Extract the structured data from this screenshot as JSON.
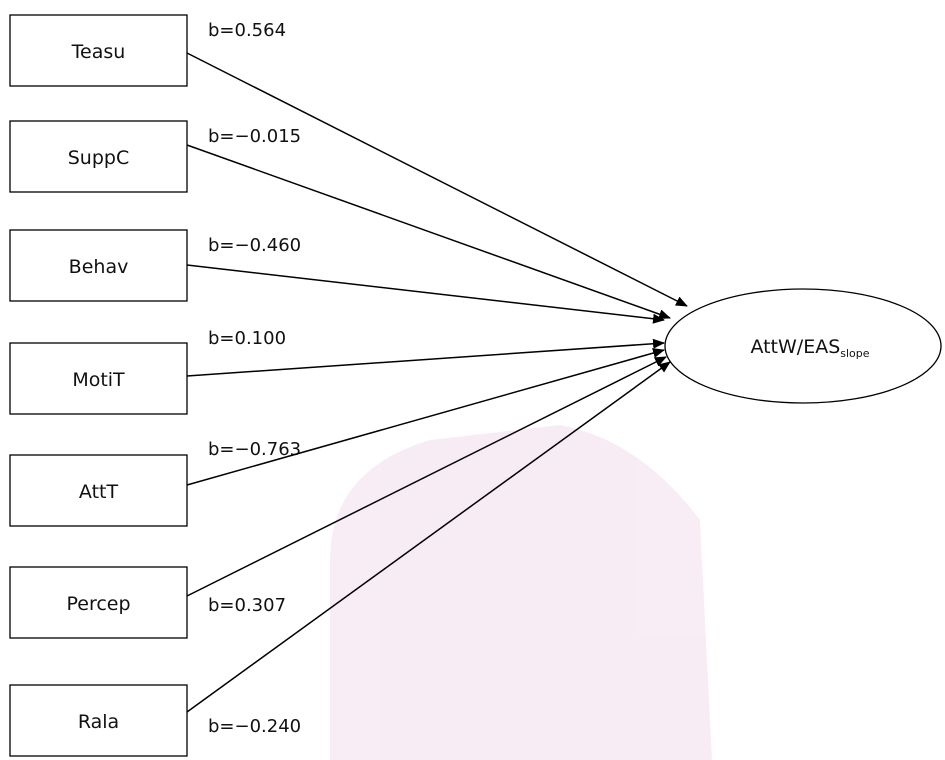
{
  "predictors": [
    {
      "label": "Teasu",
      "coef": "b=0.564"
    },
    {
      "label": "SuppC",
      "coef": "b=−0.015"
    },
    {
      "label": "Behav",
      "coef": "b=−0.460"
    },
    {
      "label": "MotiT",
      "coef": "b=0.100"
    },
    {
      "label": "AttT",
      "coef": "b=−0.763"
    },
    {
      "label": "Percep",
      "coef": "b=0.307"
    },
    {
      "label": "Rala",
      "coef": "b=−0.240"
    }
  ],
  "outcome": {
    "label": "AttW/EAS",
    "subscript": "slope"
  },
  "watermark": {
    "color": "#b0358f"
  }
}
